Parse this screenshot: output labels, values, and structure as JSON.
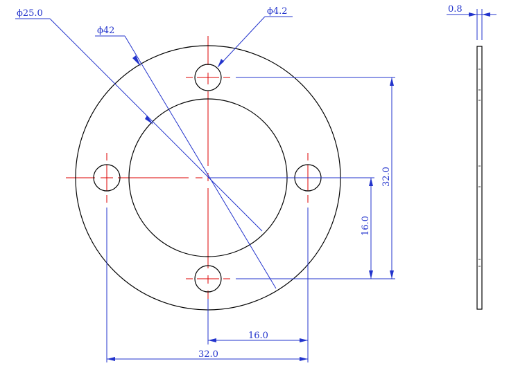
{
  "drawing": {
    "labels": {
      "phi_25": "ϕ25.0",
      "phi_42": "ϕ42",
      "phi_4_2": "ϕ4.2",
      "thickness": "0.8",
      "vertical_32": "32.0",
      "vertical_16": "16.0",
      "horizontal_16": "16.0",
      "horizontal_32": "32.0"
    },
    "colors": {
      "geometry": "#000000",
      "dimension": "#2233cc",
      "centerline": "#dd0000"
    }
  }
}
